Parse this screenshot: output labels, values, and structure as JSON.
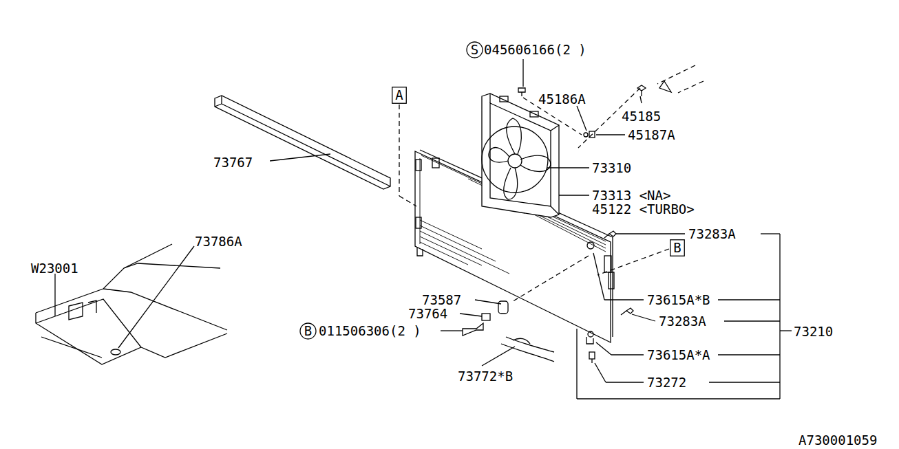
{
  "diagram": {
    "nodes": [
      {
        "text": [
          "S"
        ]
      },
      {
        "text": [
          "A"
        ]
      },
      {
        "text": [
          "B"
        ]
      },
      {
        "text": [
          "B"
        ]
      }
    ],
    "labels": [
      "045606166(2 )",
      "45186A",
      "45185",
      "45187A",
      "73767",
      "73310",
      "73313 <NA>",
      "45122 <TURBO>",
      "73283A",
      "73786A",
      "W23001",
      "73615A*B",
      "73587",
      "73764",
      "73283A",
      "011506306(2 )",
      "73210",
      "73615A*A",
      "73272",
      "73772*B",
      "A730001059"
    ]
  }
}
